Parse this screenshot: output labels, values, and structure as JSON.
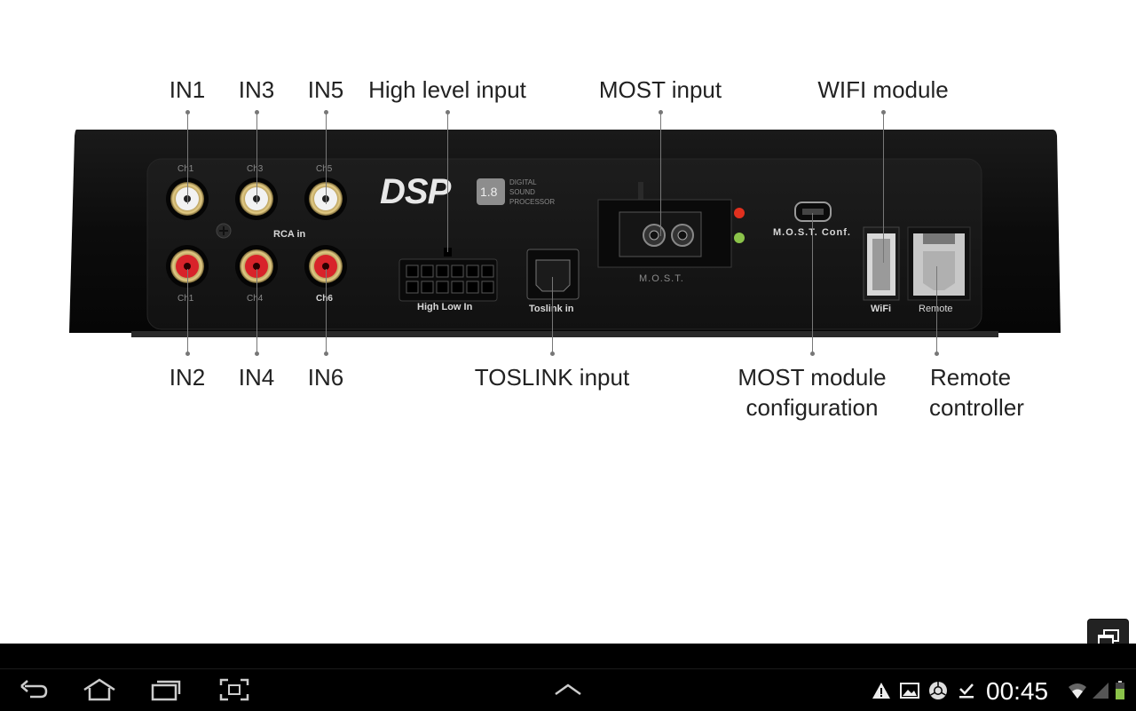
{
  "diagram": {
    "top_labels": {
      "in1": "IN1",
      "in3": "IN3",
      "in5": "IN5",
      "high_level": "High level input",
      "most_input": "MOST input",
      "wifi_module": "WIFI module"
    },
    "bottom_labels": {
      "in2": "IN2",
      "in4": "IN4",
      "in6": "IN6",
      "toslink": "TOSLINK input",
      "most_config_line1": "MOST module",
      "most_config_line2": "configuration",
      "remote_line1": "Remote",
      "remote_line2": "controller"
    },
    "panel": {
      "brand": "DSP",
      "badge": "1.8",
      "tagline": [
        "DIGITAL",
        "SOUND",
        "PROCESSOR"
      ],
      "rca_label": "RCA in",
      "ch_top": [
        "Ch1",
        "Ch3",
        "Ch5"
      ],
      "ch_bottom": [
        "Ch1",
        "Ch4",
        "Ch6"
      ],
      "high_low_label": "High Low In",
      "toslink_label": "Toslink in",
      "most_label": "M.O.S.T.",
      "most_conf_label": "M.O.S.T. Conf.",
      "wifi_label": "WiFi",
      "remote_label": "Remote"
    }
  },
  "status_bar": {
    "time": "00:45",
    "icons": [
      "warning-icon",
      "gallery-icon",
      "chrome-icon",
      "download-done-icon",
      "wifi-icon",
      "signal-icon",
      "battery-icon"
    ]
  },
  "nav_bar": {
    "buttons": [
      "back-icon",
      "home-icon",
      "recent-apps-icon",
      "screenshot-icon",
      "up-arrow-icon"
    ]
  },
  "colors": {
    "device_body": "#111111",
    "rca_white_ring": "#f2f2f2",
    "rca_red": "#d8232a",
    "rca_gold": "#d4b46a",
    "led_red": "#e0301e",
    "led_green": "#8bc34a",
    "leader_line": "#777777"
  }
}
